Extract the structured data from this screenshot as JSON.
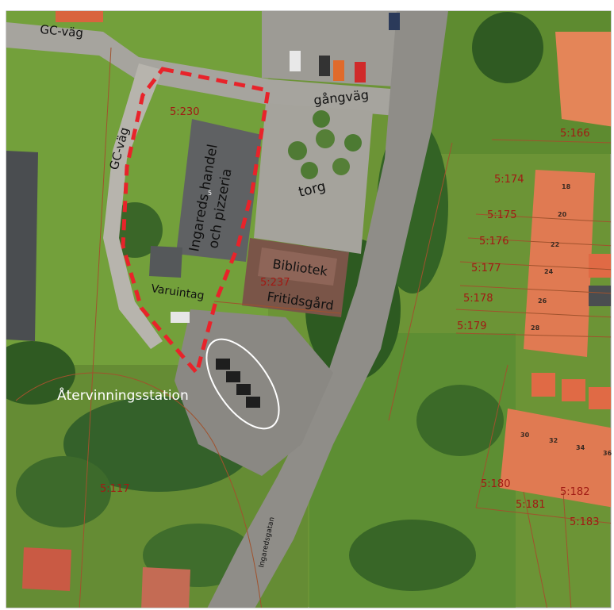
{
  "map": {
    "roads": {
      "gc_vag_top": "GC-väg",
      "gc_vag_left": "GC-väg",
      "gangvag": "gångväg",
      "street": "Ingaredsgatan"
    },
    "places": {
      "torg": "torg",
      "store_line1": "Ingareds handel",
      "store_line2": "och pizzeria",
      "bibliotek": "Bibliotek",
      "fritidsgard": "Fritidsgård",
      "varuintag": "Varuintag",
      "atervinning": "Återvinningsstation"
    },
    "parcels": [
      "5:230",
      "5:237",
      "5:166",
      "5:174",
      "5:175",
      "5:176",
      "5:177",
      "5:178",
      "5:179",
      "5:180",
      "5:181",
      "5:182",
      "5:183",
      "5:117"
    ],
    "house_numbers": [
      "18",
      "20",
      "22",
      "24",
      "26",
      "28",
      "30",
      "32",
      "34",
      "36"
    ],
    "store_number": "5",
    "colors": {
      "boundary": "#e8232a",
      "parcel_line": "#a0522d",
      "parcel_text": "#a11a14",
      "grass": "#6f9a3a",
      "asphalt": "#9a9893",
      "roof_gray": "#5d5f61",
      "roof_red": "#e07a52",
      "trees": "#2f5a22"
    }
  }
}
